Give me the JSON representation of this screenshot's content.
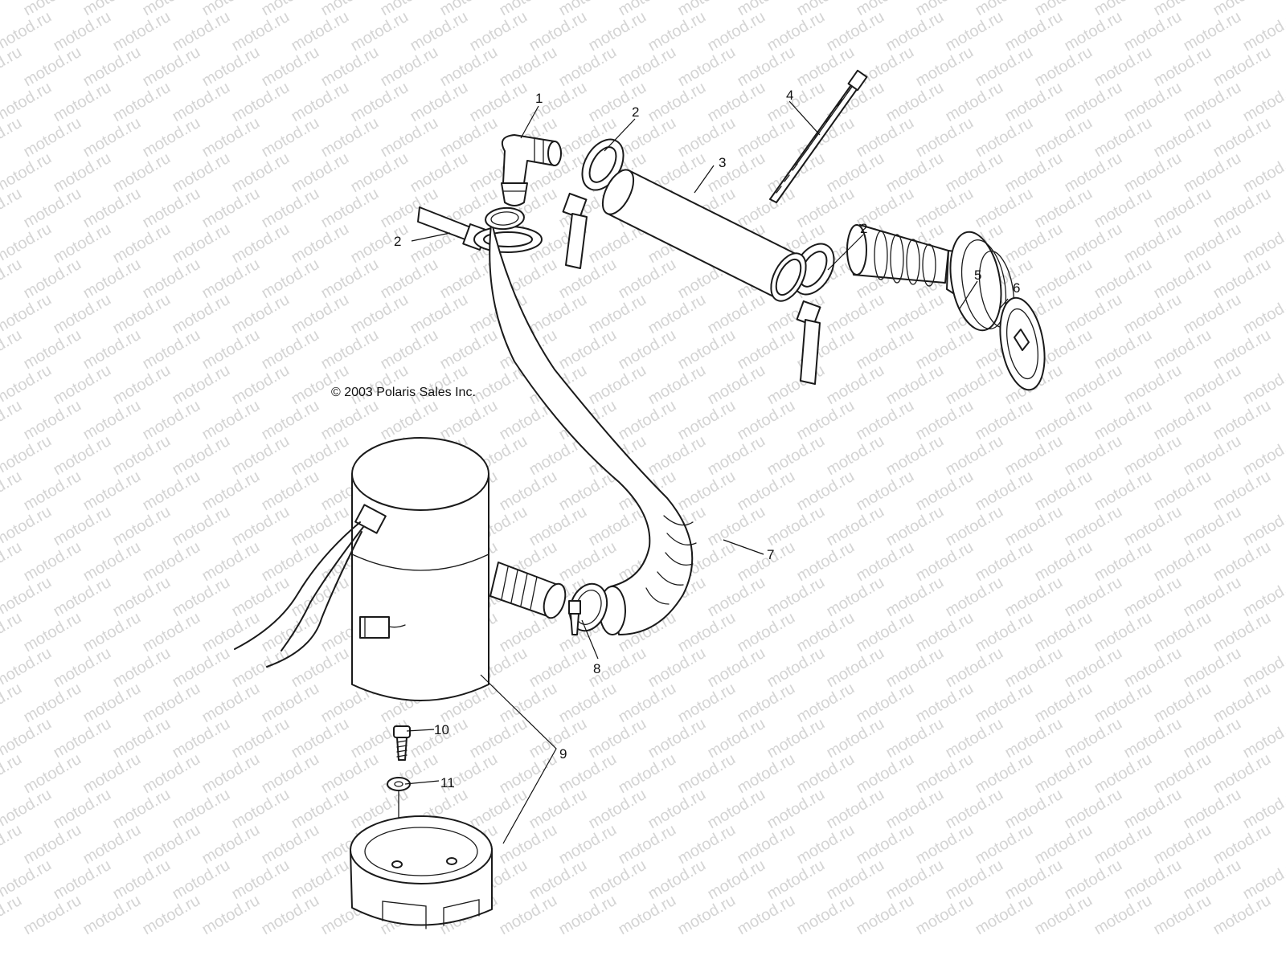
{
  "watermark": "motod.ru",
  "copyright": "© 2003 Polaris Sales Inc.",
  "callouts": [
    {
      "id": "1",
      "label": "1"
    },
    {
      "id": "2a",
      "label": "2"
    },
    {
      "id": "2b",
      "label": "2"
    },
    {
      "id": "2c",
      "label": "2"
    },
    {
      "id": "3",
      "label": "3"
    },
    {
      "id": "4",
      "label": "4"
    },
    {
      "id": "5",
      "label": "5"
    },
    {
      "id": "6",
      "label": "6"
    },
    {
      "id": "7",
      "label": "7"
    },
    {
      "id": "8",
      "label": "8"
    },
    {
      "id": "9",
      "label": "9"
    },
    {
      "id": "10",
      "label": "10"
    },
    {
      "id": "11",
      "label": "11"
    }
  ]
}
